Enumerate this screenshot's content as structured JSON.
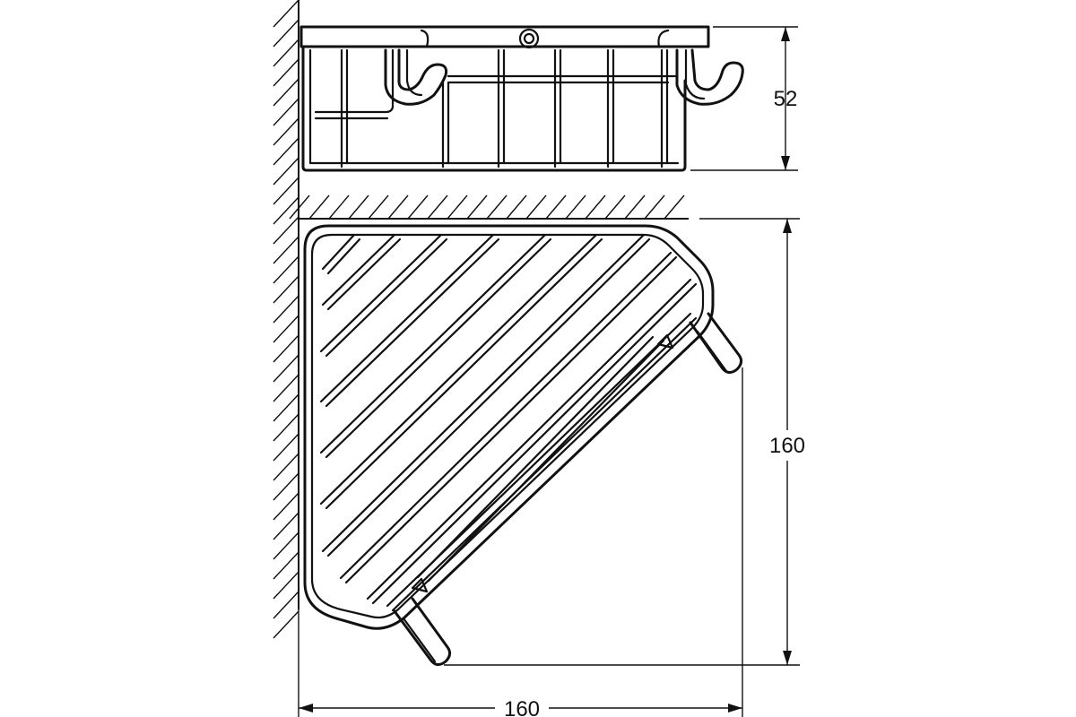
{
  "drawing": {
    "dimensions": {
      "height": "52",
      "depth": "160",
      "width": "160"
    }
  }
}
